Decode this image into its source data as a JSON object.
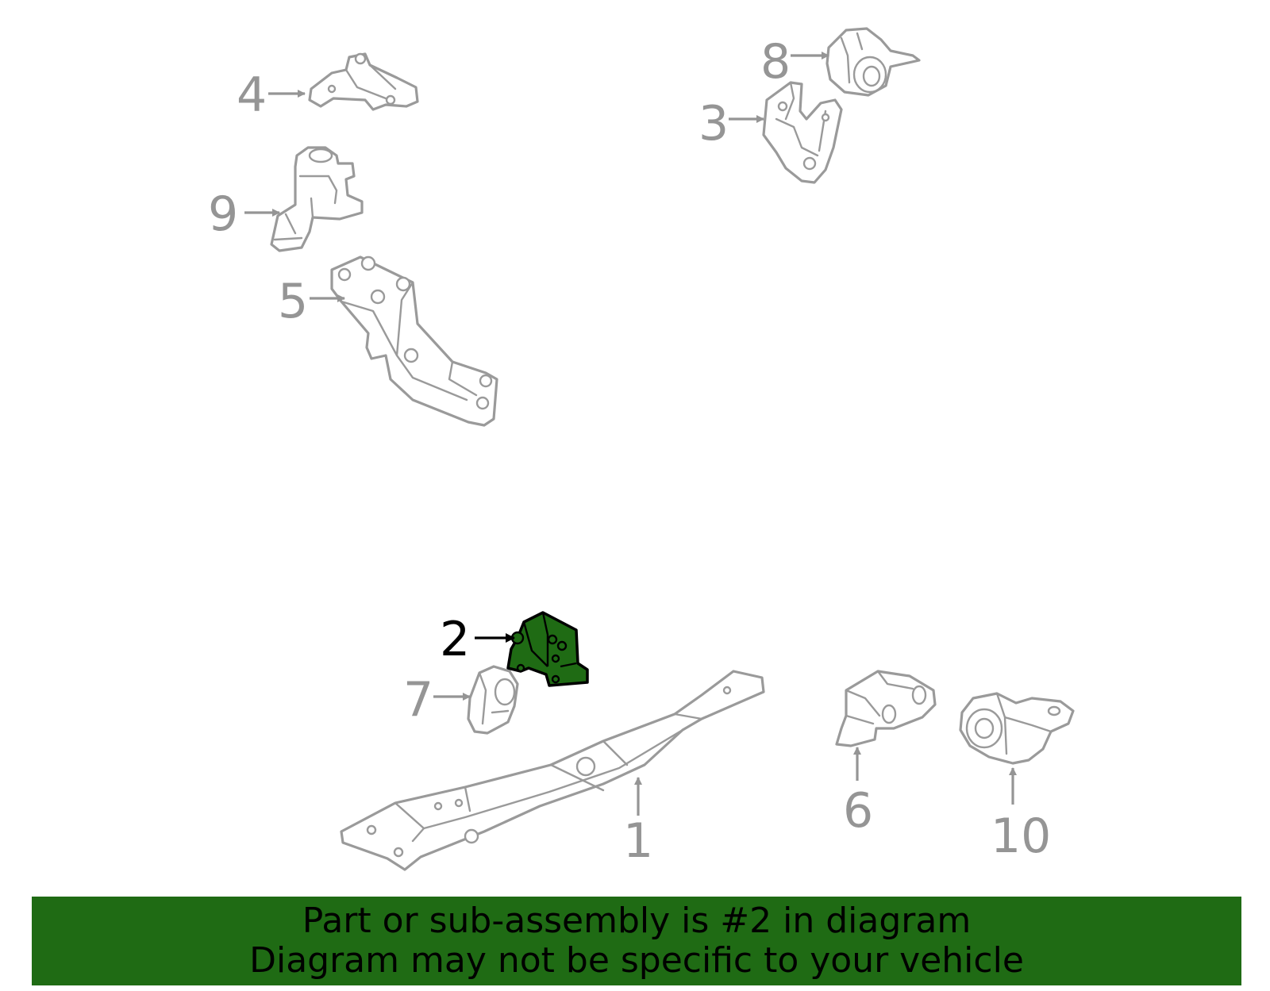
{
  "callouts": {
    "c1": "1",
    "c2": "2",
    "c3": "3",
    "c4": "4",
    "c5": "5",
    "c6": "6",
    "c7": "7",
    "c8": "8",
    "c9": "9",
    "c10": "10"
  },
  "highlighted_part": "2",
  "colors": {
    "highlight": "#1f6b14",
    "line": "#9a9a9a",
    "label": "#959595"
  },
  "banner": {
    "line1": "Part or sub-assembly is #2 in diagram",
    "line2": "Diagram may not be specific to your vehicle"
  }
}
